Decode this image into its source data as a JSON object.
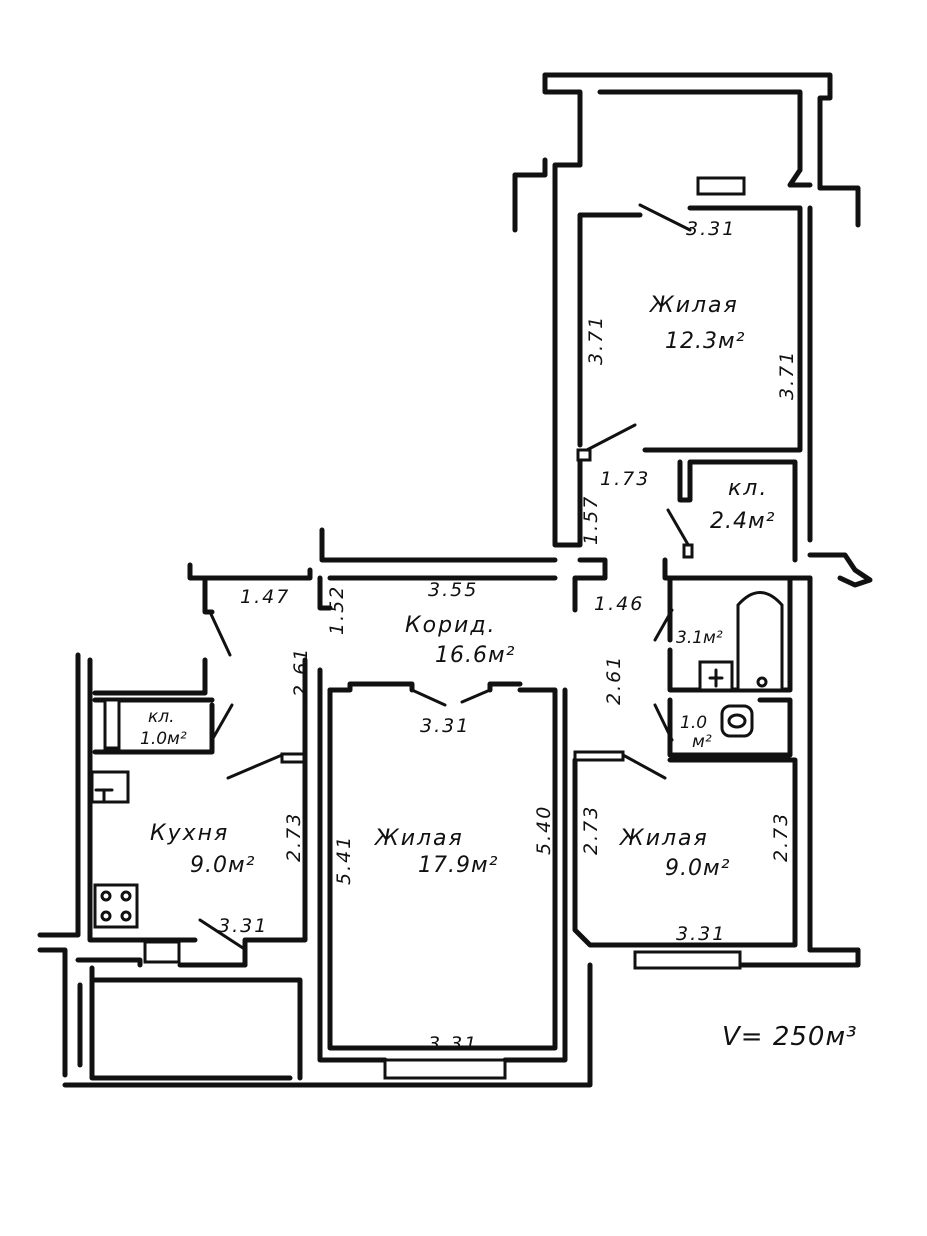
{
  "rooms": {
    "living_top": {
      "name": "Жилая",
      "area": "12.3м²"
    },
    "closet_top": {
      "name": "кл.",
      "area": "2.4м²"
    },
    "corridor": {
      "name": "Корид.",
      "area": "16.6м²"
    },
    "bath": {
      "area": "3.1м²"
    },
    "wc": {
      "area_num": "1.0",
      "area_unit": "м²"
    },
    "closet_left": {
      "name": "кл.",
      "area": "1.0м²"
    },
    "kitchen": {
      "name": "Кухня",
      "area": "9.0м²"
    },
    "living_mid": {
      "name": "Жилая",
      "area": "17.9м²"
    },
    "living_right": {
      "name": "Жилая",
      "area": "9.0м²"
    }
  },
  "dimensions": {
    "top_width": "3.31",
    "top_left_h": "3.71",
    "top_right_h": "3.71",
    "hall_w": "1.73",
    "hall_h": "1.57",
    "corr_w": "3.55",
    "corr_left": "1.47",
    "corr_left_h": "1.52",
    "corr_right": "1.46",
    "corr_h_left": "2.61",
    "corr_h_right": "2.61",
    "mid_top": "3.31",
    "kitchen_h": "2.73",
    "kitchen_w": "3.31",
    "mid_h_left": "5.41",
    "mid_h_right": "5.40",
    "mid_bottom": "3.31",
    "right_h_left": "2.73",
    "right_h_right": "2.73",
    "right_bottom": "3.31"
  },
  "volume": "V= 250м³"
}
